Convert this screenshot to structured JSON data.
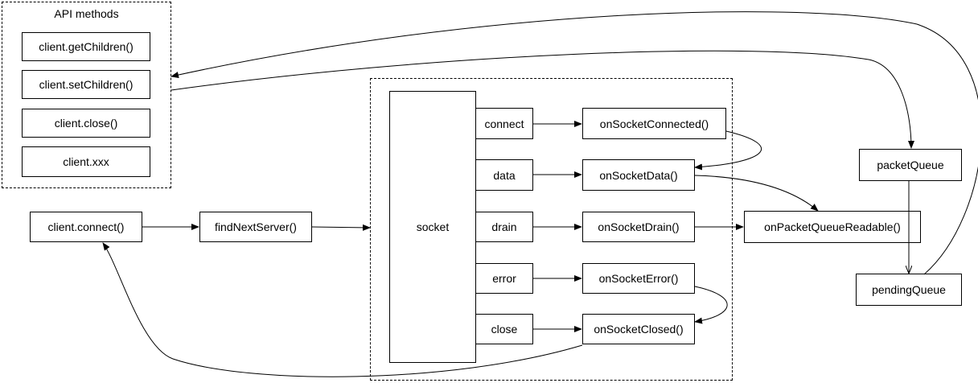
{
  "api_group": {
    "title": "API methods",
    "methods": [
      "client.getChildren()",
      "client.setChildren()",
      "client.close()",
      "client.xxx"
    ]
  },
  "flow": {
    "connect": "client.connect()",
    "find_server": "findNextServer()",
    "socket": "socket"
  },
  "events": [
    {
      "event": "connect",
      "handler": "onSocketConnected()"
    },
    {
      "event": "data",
      "handler": "onSocketData()"
    },
    {
      "event": "drain",
      "handler": "onSocketDrain()"
    },
    {
      "event": "error",
      "handler": "onSocketError()"
    },
    {
      "event": "close",
      "handler": "onSocketClosed()"
    }
  ],
  "queues": {
    "readable": "onPacketQueueReadable()",
    "packet": "packetQueue",
    "pending": "pendingQueue"
  }
}
